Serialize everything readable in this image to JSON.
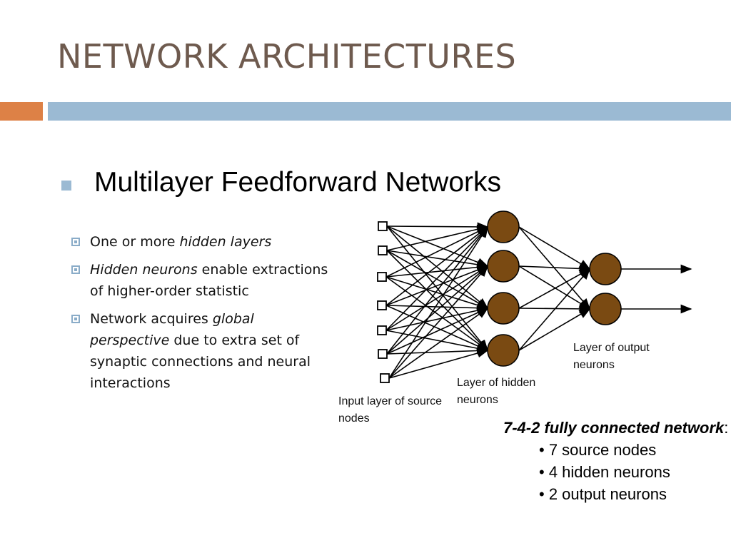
{
  "slide": {
    "title": "NETWORK ARCHITECTURES",
    "heading": "Multilayer Feedforward Networks"
  },
  "bullets": [
    {
      "pre": "One or more ",
      "em": "hidden layers",
      "post": ""
    },
    {
      "pre": "",
      "em": "Hidden neurons",
      "post": " enable extractions of higher-order statistic"
    },
    {
      "pre": "Network acquires ",
      "em": "global perspective",
      "post": " due to extra set of synaptic connections and neural interactions"
    }
  ],
  "diagram": {
    "input_label": "Input layer of source nodes",
    "hidden_label": "Layer of hidden neurons",
    "output_label": "Layer of output neurons",
    "colors": {
      "neuron_fill": "#7a4a12",
      "line": "#000000"
    }
  },
  "summary": {
    "title_bold": "7-4-2 fully connected network",
    "title_suffix": ":",
    "points": [
      "• 7 source nodes",
      "• 4 hidden neurons",
      "• 2 output neurons"
    ]
  },
  "theme": {
    "accent_orange": "#dd8146",
    "accent_blue": "#9bbad3",
    "title_color": "#6e5a4e"
  }
}
